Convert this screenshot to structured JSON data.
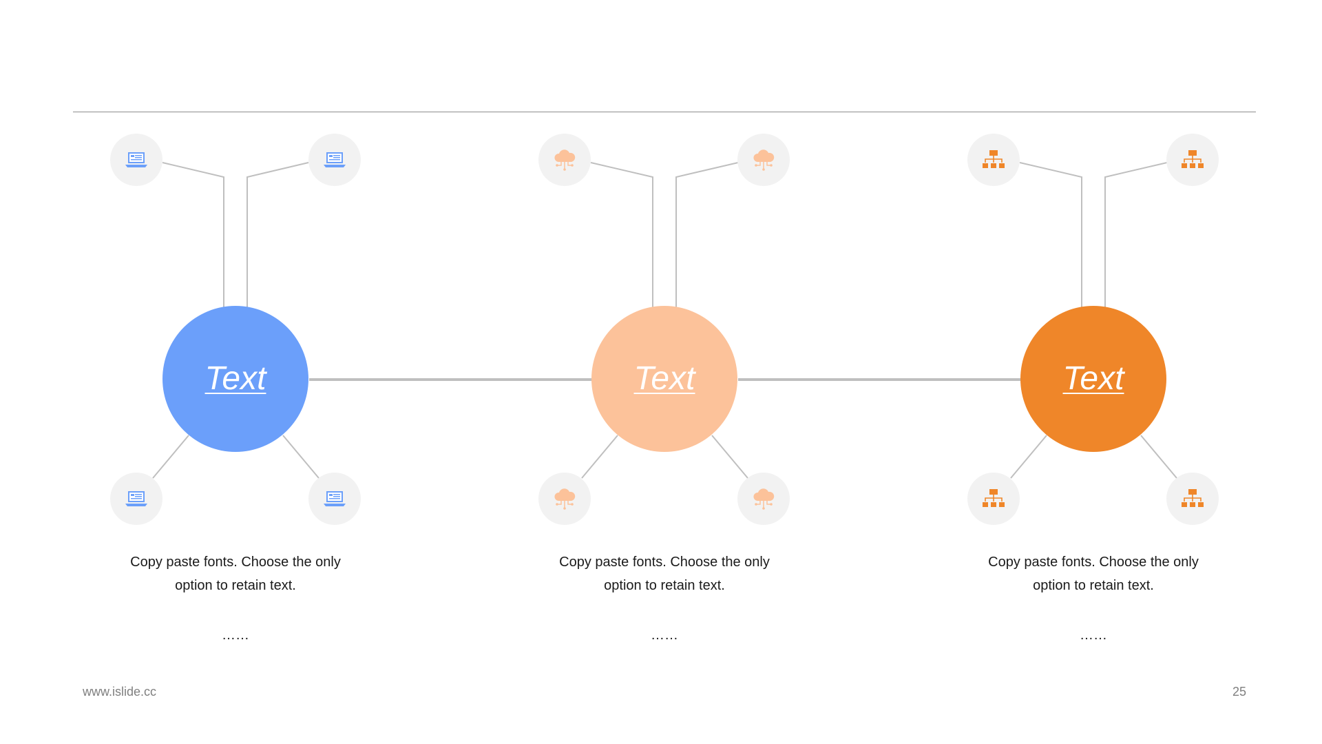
{
  "slide": {
    "footer_url": "www.islide.cc",
    "page_number": "25"
  },
  "colors": {
    "rule": "#8c8c8c",
    "connector": "#bfbfbf",
    "icon_background": "#f2f2f2"
  },
  "groups": [
    {
      "label": "Text",
      "color": "#6b9ffa",
      "icon": "laptop-icon",
      "description_line1": "Copy paste fonts. Choose the only",
      "description_line2": "option to retain text.",
      "ellipsis": "……"
    },
    {
      "label": "Text",
      "color": "#fcc29a",
      "icon": "cloud-network-icon",
      "description_line1": "Copy paste fonts. Choose the only",
      "description_line2": "option to retain text.",
      "ellipsis": "……"
    },
    {
      "label": "Text",
      "color": "#ef8629",
      "icon": "org-chart-icon",
      "description_line1": "Copy paste fonts. Choose the only",
      "description_line2": "option to retain text.",
      "ellipsis": "……"
    }
  ]
}
